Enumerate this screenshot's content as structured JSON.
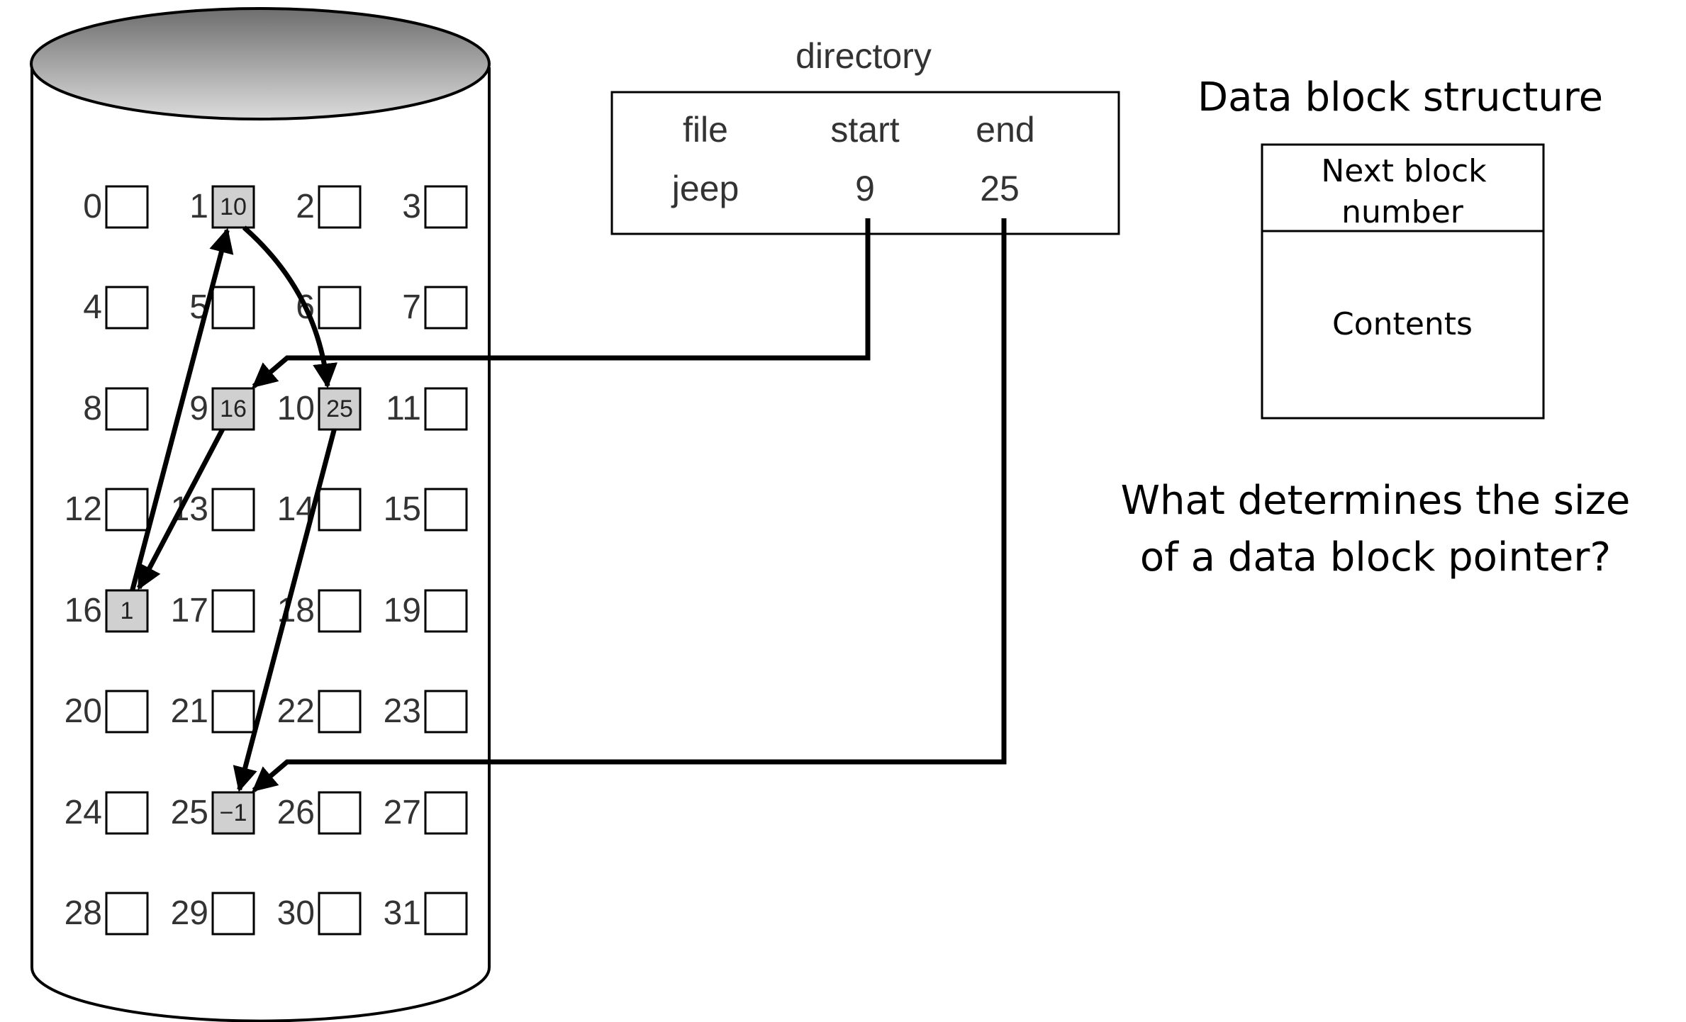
{
  "disk": {
    "blocks": [
      {
        "num": "0",
        "value": ""
      },
      {
        "num": "1",
        "value": "10"
      },
      {
        "num": "2",
        "value": ""
      },
      {
        "num": "3",
        "value": ""
      },
      {
        "num": "4",
        "value": ""
      },
      {
        "num": "5",
        "value": ""
      },
      {
        "num": "6",
        "value": ""
      },
      {
        "num": "7",
        "value": ""
      },
      {
        "num": "8",
        "value": ""
      },
      {
        "num": "9",
        "value": "16"
      },
      {
        "num": "10",
        "value": "25"
      },
      {
        "num": "11",
        "value": ""
      },
      {
        "num": "12",
        "value": ""
      },
      {
        "num": "13",
        "value": ""
      },
      {
        "num": "14",
        "value": ""
      },
      {
        "num": "15",
        "value": ""
      },
      {
        "num": "16",
        "value": "1"
      },
      {
        "num": "17",
        "value": ""
      },
      {
        "num": "18",
        "value": ""
      },
      {
        "num": "19",
        "value": ""
      },
      {
        "num": "20",
        "value": ""
      },
      {
        "num": "21",
        "value": ""
      },
      {
        "num": "22",
        "value": ""
      },
      {
        "num": "23",
        "value": ""
      },
      {
        "num": "24",
        "value": ""
      },
      {
        "num": "25",
        "value": "−1"
      },
      {
        "num": "26",
        "value": ""
      },
      {
        "num": "27",
        "value": ""
      },
      {
        "num": "28",
        "value": ""
      },
      {
        "num": "29",
        "value": ""
      },
      {
        "num": "30",
        "value": ""
      },
      {
        "num": "31",
        "value": ""
      }
    ],
    "links": [
      [
        9,
        16
      ],
      [
        16,
        1
      ],
      [
        1,
        10
      ],
      [
        10,
        25
      ]
    ],
    "used_fill": "#d0d0d0"
  },
  "directory": {
    "title": "directory",
    "headers": {
      "file": "file",
      "start": "start",
      "end": "end"
    },
    "row": {
      "file": "jeep",
      "start": "9",
      "end": "25"
    }
  },
  "block_structure": {
    "title": "Data block structure",
    "next_label_line1": "Next block",
    "next_label_line2": "number",
    "contents_label": "Contents"
  },
  "question": {
    "line1": "What determines the size",
    "line2": "of a data block pointer?"
  }
}
